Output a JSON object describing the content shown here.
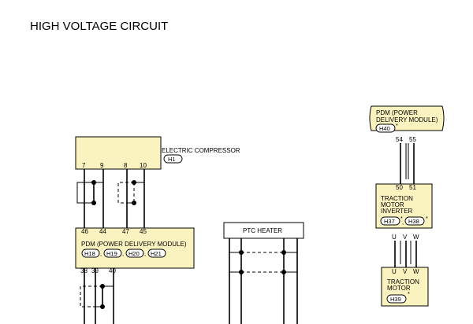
{
  "title": "HIGH VOLTAGE CIRCUIT",
  "electric_compressor": {
    "label": "ELECTRIC COMPRESSOR",
    "connector": "H1",
    "pins": [
      "7",
      "9",
      "8",
      "10"
    ]
  },
  "pdm_left": {
    "label": "PDM (POWER DELIVERY MODULE)",
    "connectors": [
      "H18",
      "H19",
      "H20",
      "H21"
    ],
    "top_pins": [
      "46",
      "44",
      "47",
      "45"
    ],
    "bottom_pins": [
      "38",
      "39",
      "40"
    ]
  },
  "ptc_heater": {
    "label": "PTC HEATER"
  },
  "pdm_right": {
    "label_line1": "PDM (POWER",
    "label_line2": "DELIVERY MODULE)",
    "connector": "H40",
    "asterisk": "*",
    "pins": [
      "54",
      "55"
    ]
  },
  "inverter": {
    "label_line1": "TRACTION",
    "label_line2": "MOTOR",
    "label_line3": "INVERTER",
    "connectors": [
      "H37",
      "H38"
    ],
    "asterisk": "*",
    "top_pins": [
      "50",
      "51"
    ],
    "bottom_pins": [
      "U",
      "V",
      "W"
    ]
  },
  "traction_motor": {
    "label_line1": "TRACTION",
    "label_line2": "MOTOR",
    "connector": "H39",
    "asterisk": "*",
    "pins": [
      "U",
      "V",
      "W"
    ]
  }
}
